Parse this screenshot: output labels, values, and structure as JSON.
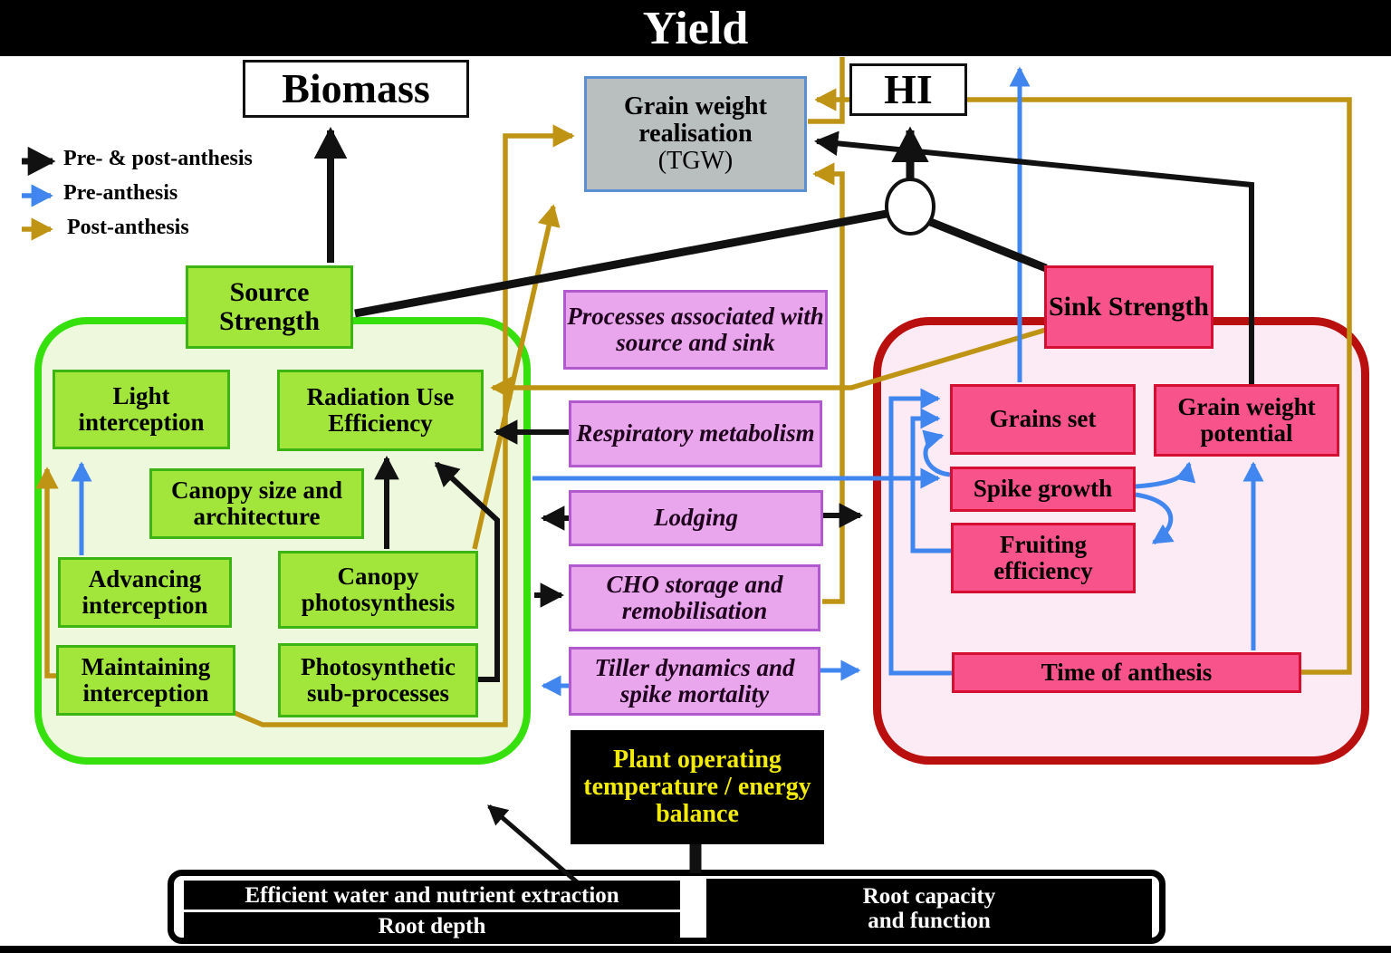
{
  "title": "Yield",
  "legend": {
    "pre_post": "Pre- & post-anthesis",
    "pre": "Pre-anthesis",
    "post": "Post-anthesis"
  },
  "top": {
    "biomass": "Biomass",
    "hi": "HI",
    "tgw_line1": "Grain weight",
    "tgw_line2": "realisation",
    "tgw_line3": "(TGW)"
  },
  "source": {
    "strength": "Source Strength",
    "light_interception": "Light interception",
    "radiation_use_efficiency": "Radiation Use Efficiency",
    "canopy_size": "Canopy size and architecture",
    "advancing_interception": "Advancing interception",
    "canopy_photosynthesis": "Canopy photosynthesis",
    "maintaining_interception": "Maintaining interception",
    "photosynthetic_subprocesses": "Photosynthetic sub-processes"
  },
  "middle": {
    "processes": "Processes associated with source and sink",
    "respiratory": "Respiratory metabolism",
    "lodging": "Lodging",
    "cho": "CHO storage and remobilisation",
    "tiller": "Tiller dynamics and spike mortality",
    "plant_operating": "Plant operating temperature / energy balance"
  },
  "sink": {
    "strength": "Sink Strength",
    "grains_set": "Grains set",
    "grain_weight_potential": "Grain weight potential",
    "spike_growth": "Spike growth",
    "fruiting_efficiency": "Fruiting efficiency",
    "time_of_anthesis": "Time of anthesis"
  },
  "bottom": {
    "water_nutrient": "Efficient water and nutrient extraction",
    "root_depth": "Root depth",
    "root_capacity_line1": "Root capacity",
    "root_capacity_line2": "and function"
  },
  "colors": {
    "black_arrow": "#111111",
    "blue_arrow": "#4186ef",
    "gold_arrow": "#bf9415",
    "source_box_fill": "#a2e63c",
    "source_box_border": "#3cb414",
    "source_container_border": "#35e00c",
    "source_container_fill": "#eef8dd",
    "sink_box_fill": "#f8548b",
    "sink_box_border": "#d40f31",
    "sink_container_border": "#b90f0f",
    "sink_container_fill": "#fcebf5",
    "process_box_fill": "#eaa6ec",
    "process_box_border": "#b05ace",
    "tgw_fill": "#b9bebe",
    "tgw_border": "#5b8fd4",
    "pot_text": "#f2ea0a"
  }
}
